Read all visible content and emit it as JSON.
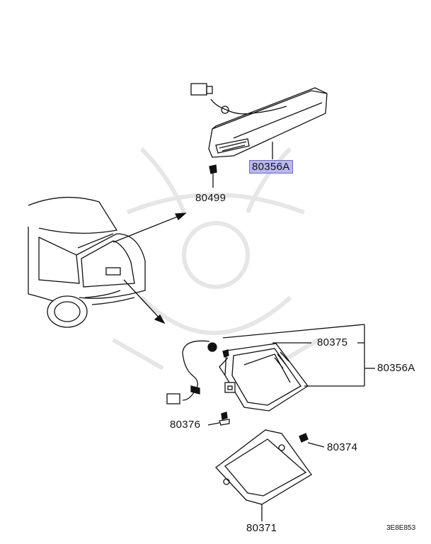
{
  "parts": {
    "upper_lamp": "80356A",
    "screw_upper": "80499",
    "socket": "80375",
    "lower_lamp_assembly": "80356A",
    "harness": "80376",
    "bolt": "80374",
    "cover": "80371"
  },
  "diagram_code": "3E8E853",
  "colors": {
    "line": "#111111",
    "highlight": "#b9b9f0",
    "watermark": "#e6e6e6"
  }
}
